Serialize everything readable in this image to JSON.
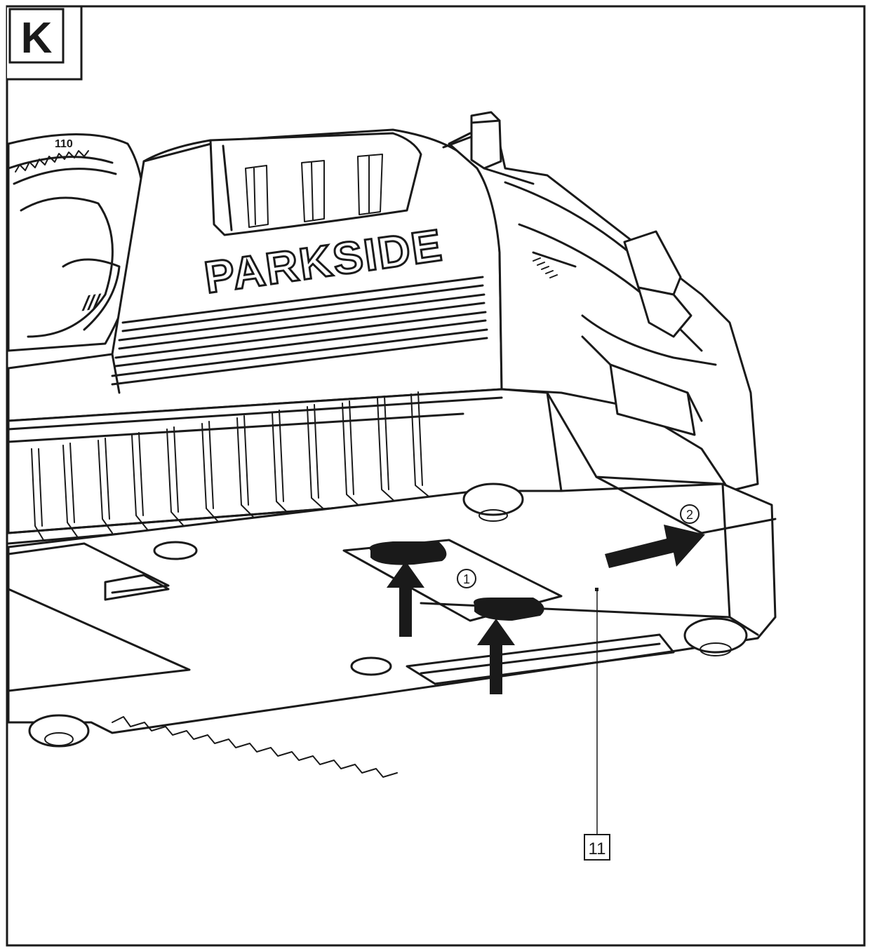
{
  "figure": {
    "panel_letter": "K",
    "brand_text": "PARKSIDE",
    "brand_slashes": "///",
    "dial_label": "110",
    "step_1": "1",
    "step_2": "2",
    "callout_11": "11"
  },
  "colors": {
    "ink": "#1a1a1a",
    "paper": "#ffffff",
    "strap": "#2a2a2a"
  }
}
